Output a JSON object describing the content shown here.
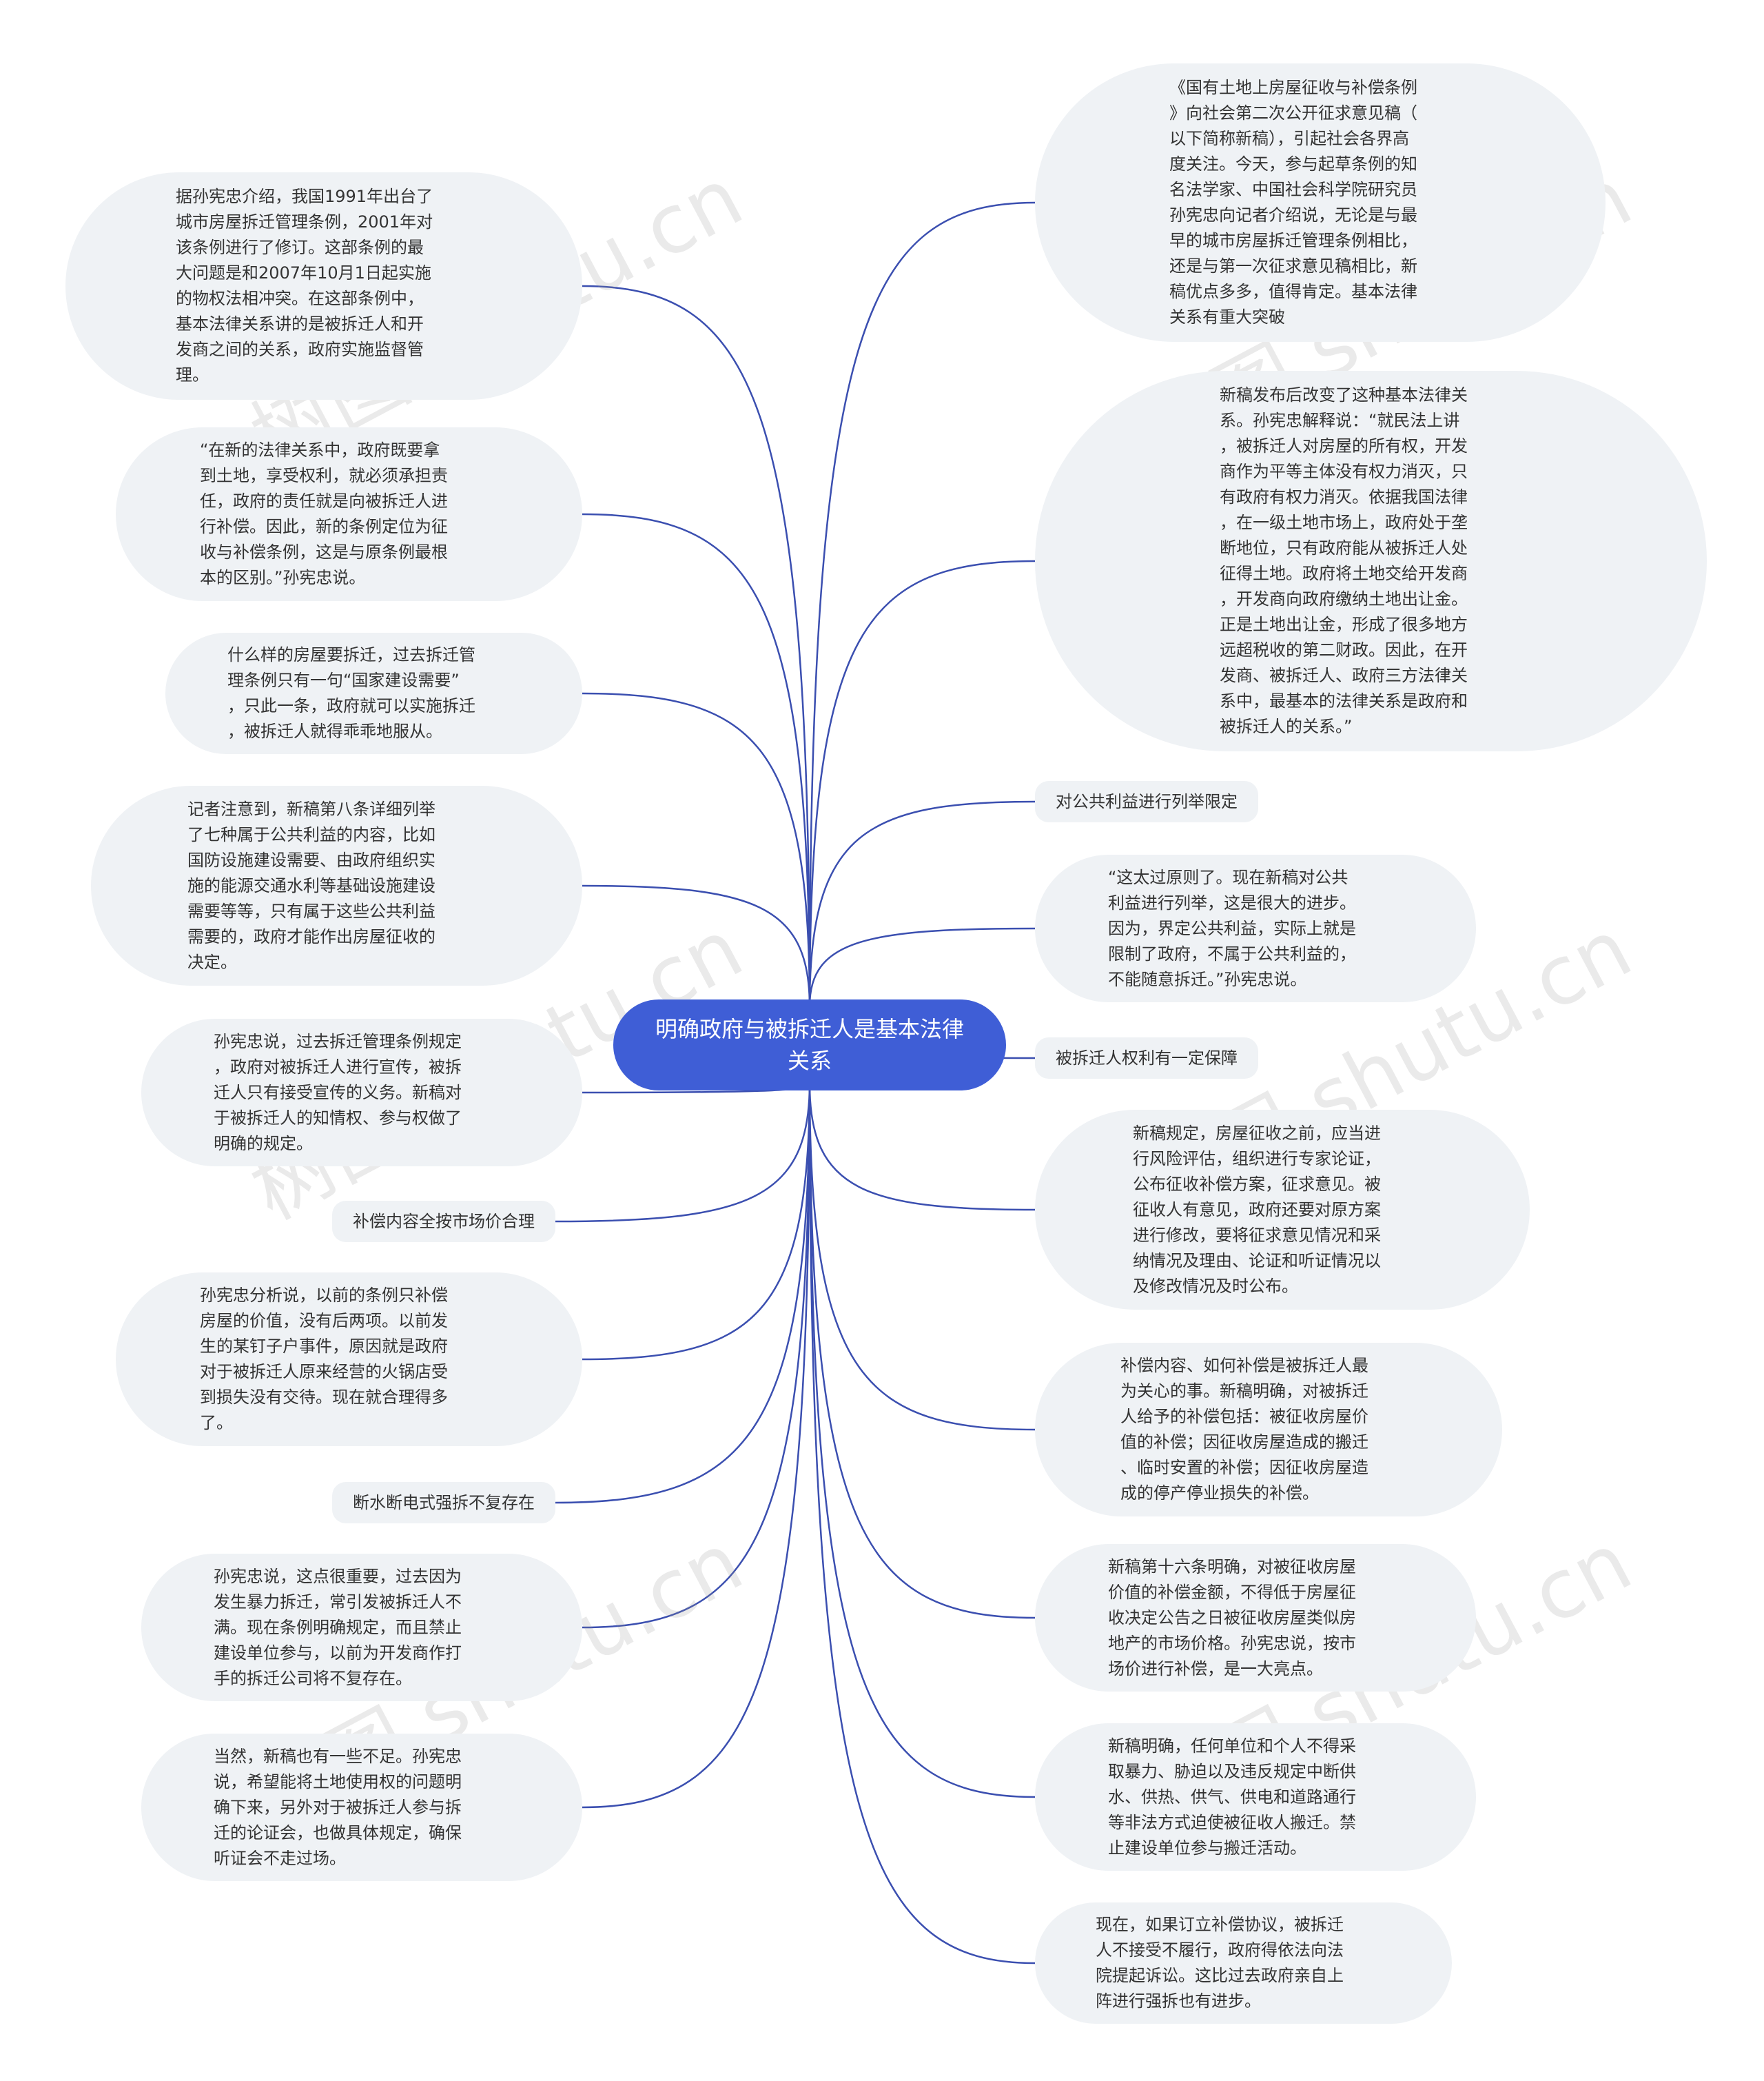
{
  "center": {
    "label": "明确政府与被拆迁人是基本法律关系"
  },
  "colors": {
    "center_fill": "#3f5ed6",
    "node_fill": "#eff2f5",
    "link": "#3b4fb0"
  },
  "watermark": "树图 shutu.cn",
  "left_nodes": [
    {
      "text": "据孙宪忠介绍，我国1991年出台了\n城市房屋拆迁管理条例，2001年对\n该条例进行了修订。这部条例的最\n大问题是和2007年10月1日起实施\n的物权法相冲突。在这部条例中，\n基本法律关系讲的是被拆迁人和开\n发商之间的关系，政府实施监督管\n理。"
    },
    {
      "text": "“在新的法律关系中，政府既要拿\n到土地，享受权利，就必须承担责\n任，政府的责任就是向被拆迁人进\n行补偿。因此，新的条例定位为征\n收与补偿条例，这是与原条例最根\n本的区别。”孙宪忠说。"
    },
    {
      "text": "什么样的房屋要拆迁，过去拆迁管\n理条例只有一句“国家建设需要”\n，只此一条，政府就可以实施拆迁\n，被拆迁人就得乖乖地服从。"
    },
    {
      "text": "记者注意到，新稿第八条详细列举\n了七种属于公共利益的内容，比如\n国防设施建设需要、由政府组织实\n施的能源交通水利等基础设施建设\n需要等等，只有属于这些公共利益\n需要的，政府才能作出房屋征收的\n决定。"
    },
    {
      "text": "孙宪忠说，过去拆迁管理条例规定\n，政府对被拆迁人进行宣传，被拆\n迁人只有接受宣传的义务。新稿对\n于被拆迁人的知情权、参与权做了\n明确的规定。"
    },
    {
      "text": "补偿内容全按市场价合理"
    },
    {
      "text": "孙宪忠分析说，以前的条例只补偿\n房屋的价值，没有后两项。以前发\n生的某钉子户事件，原因就是政府\n对于被拆迁人原来经营的火锅店受\n到损失没有交待。现在就合理得多\n了。"
    },
    {
      "text": "断水断电式强拆不复存在"
    },
    {
      "text": "孙宪忠说，这点很重要，过去因为\n发生暴力拆迁，常引发被拆迁人不\n满。现在条例明确规定，而且禁止\n建设单位参与，以前为开发商作打\n手的拆迁公司将不复存在。"
    },
    {
      "text": "当然，新稿也有一些不足。孙宪忠\n说，希望能将土地使用权的问题明\n确下来，另外对于被拆迁人参与拆\n迁的论证会，也做具体规定，确保\n听证会不走过场。"
    }
  ],
  "right_nodes": [
    {
      "text": "《国有土地上房屋征收与补偿条例\n》向社会第二次公开征求意见稿（\n以下简称新稿），引起社会各界高\n度关注。今天，参与起草条例的知\n名法学家、中国社会科学院研究员\n孙宪忠向记者介绍说，无论是与最\n早的城市房屋拆迁管理条例相比，\n还是与第一次征求意见稿相比，新\n稿优点多多，值得肯定。基本法律\n关系有重大突破"
    },
    {
      "text": "新稿发布后改变了这种基本法律关\n系。孙宪忠解释说：“就民法上讲\n，被拆迁人对房屋的所有权，开发\n商作为平等主体没有权力消灭，只\n有政府有权力消灭。依据我国法律\n，在一级土地市场上，政府处于垄\n断地位，只有政府能从被拆迁人处\n征得土地。政府将土地交给开发商\n，开发商向政府缴纳土地出让金。\n正是土地出让金，形成了很多地方\n远超税收的第二财政。因此，在开\n发商、被拆迁人、政府三方法律关\n系中，最基本的法律关系是政府和\n被拆迁人的关系。”"
    },
    {
      "text": "对公共利益进行列举限定"
    },
    {
      "text": "“这太过原则了。现在新稿对公共\n利益进行列举，这是很大的进步。\n因为，界定公共利益，实际上就是\n限制了政府，不属于公共利益的，\n不能随意拆迁。”孙宪忠说。"
    },
    {
      "text": "被拆迁人权利有一定保障"
    },
    {
      "text": "新稿规定，房屋征收之前，应当进\n行风险评估，组织进行专家论证，\n公布征收补偿方案，征求意见。被\n征收人有意见，政府还要对原方案\n进行修改，要将征求意见情况和采\n纳情况及理由、论证和听证情况以\n及修改情况及时公布。"
    },
    {
      "text": "补偿内容、如何补偿是被拆迁人最\n为关心的事。新稿明确，对被拆迁\n人给予的补偿包括：被征收房屋价\n值的补偿；因征收房屋造成的搬迁\n、临时安置的补偿；因征收房屋造\n成的停产停业损失的补偿。"
    },
    {
      "text": "新稿第十六条明确，对被征收房屋\n价值的补偿金额，不得低于房屋征\n收决定公告之日被征收房屋类似房\n地产的市场价格。孙宪忠说，按市\n场价进行补偿，是一大亮点。"
    },
    {
      "text": "新稿明确，任何单位和个人不得采\n取暴力、胁迫以及违反规定中断供\n水、供热、供气、供电和道路通行\n等非法方式迫使被征收人搬迁。禁\n止建设单位参与搬迁活动。"
    },
    {
      "text": "现在，如果订立补偿协议，被拆迁\n人不接受不履行，政府得依法向法\n院提起诉讼。这比过去政府亲自上\n阵进行强拆也有进步。"
    }
  ]
}
